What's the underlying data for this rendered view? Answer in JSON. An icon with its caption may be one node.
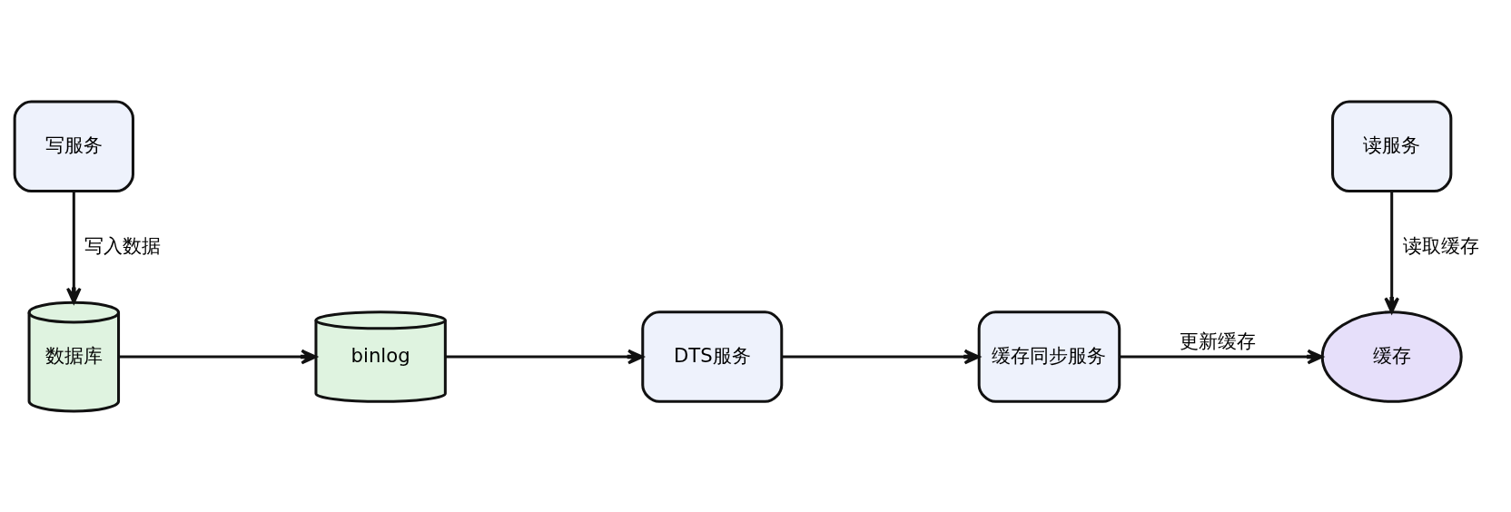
{
  "diagram": {
    "nodes": [
      {
        "text": [
          "写服务"
        ]
      },
      {
        "text": [
          "读服务"
        ]
      },
      {
        "text": [
          "数据库"
        ]
      },
      {
        "text": [
          "binlog"
        ]
      },
      {
        "text": [
          "DTS服务"
        ]
      },
      {
        "text": [
          "缓存同步服务"
        ]
      },
      {
        "text": [
          "缓存"
        ]
      }
    ],
    "edges": [
      {
        "from": 0,
        "to": 2,
        "arrow": "to",
        "label": "写入数据"
      },
      {
        "from": 2,
        "to": 3,
        "arrow": "to"
      },
      {
        "from": 3,
        "to": 4,
        "arrow": "to"
      },
      {
        "from": 4,
        "to": 5,
        "arrow": "to"
      },
      {
        "from": 5,
        "to": 6,
        "arrow": "to",
        "label": "更新缓存"
      },
      {
        "from": 1,
        "to": 6,
        "arrow": "to",
        "label": "读取缓存"
      }
    ]
  }
}
